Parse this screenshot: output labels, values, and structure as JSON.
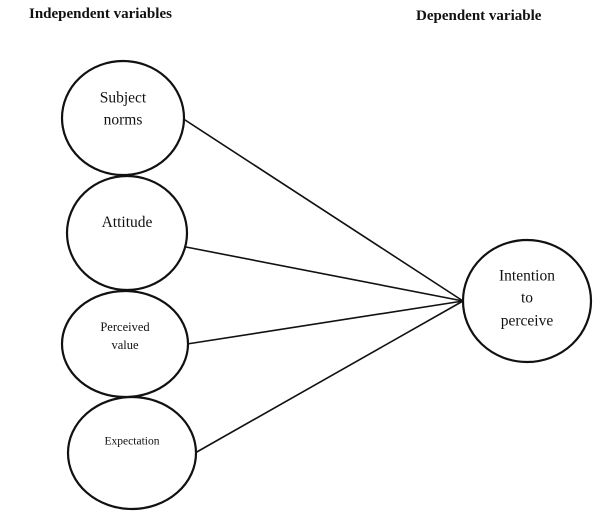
{
  "headings": {
    "independent": "Independent variables",
    "dependent": "Dependent variable"
  },
  "independent_variables": [
    {
      "id": "subject-norms",
      "lines": [
        "Subject",
        "norms"
      ]
    },
    {
      "id": "attitude",
      "lines": [
        "Attitude"
      ]
    },
    {
      "id": "perceived-value",
      "lines": [
        "Perceived",
        "value"
      ]
    },
    {
      "id": "expectation",
      "lines": [
        "Expectation"
      ]
    }
  ],
  "dependent_variable": {
    "id": "intention-to-perceive",
    "lines": [
      "Intention",
      "to",
      "perceive"
    ]
  },
  "edges": [
    {
      "from": "subject-norms",
      "to": "intention-to-perceive"
    },
    {
      "from": "attitude",
      "to": "intention-to-perceive"
    },
    {
      "from": "perceived-value",
      "to": "intention-to-perceive"
    },
    {
      "from": "expectation",
      "to": "intention-to-perceive"
    }
  ]
}
